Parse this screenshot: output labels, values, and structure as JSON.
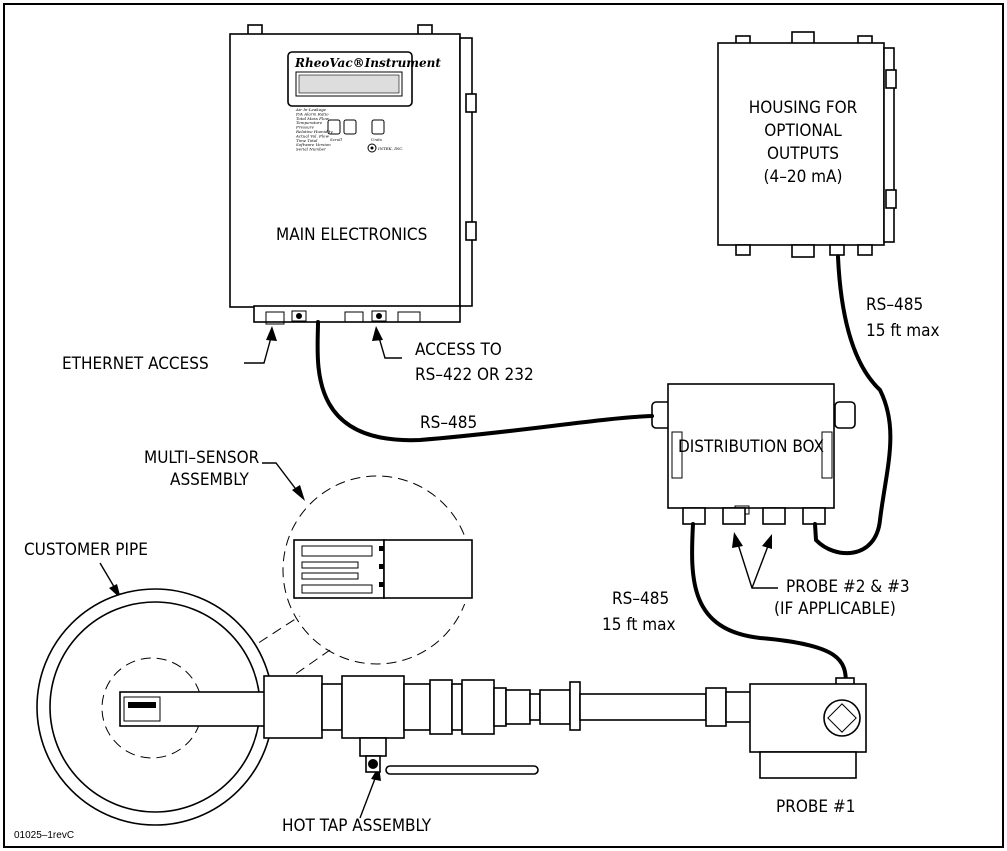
{
  "diagram": {
    "components": {
      "main_electronics": "MAIN ELECTRONICS",
      "display_brand": "RheoVac®Instrument",
      "panel_list": [
        "Air In-Leakage",
        "P/A Alarm Ratio",
        "Total Mass Flow",
        "Temperature",
        "Pressure",
        "Relative Humidity",
        "Actual Vol. Flow",
        "Time Total",
        "Software Version",
        "Serial Number"
      ],
      "button_scroll": "Scroll",
      "button_units": "Units",
      "maker": "INTEK, INC.",
      "housing_line1": "HOUSING FOR",
      "housing_line2": "OPTIONAL",
      "housing_line3": "OUTPUTS",
      "housing_line4": "(4–20 mA)",
      "distribution_box": "DISTRIBUTION BOX",
      "probe_1": "PROBE #1"
    },
    "callouts": {
      "ethernet_access": "ETHERNET ACCESS",
      "access_to_line1": "ACCESS TO",
      "access_to_line2": "RS–422 OR 232",
      "multi_sensor_line1": "MULTI–SENSOR",
      "multi_sensor_line2": "ASSEMBLY",
      "customer_pipe": "CUSTOMER PIPE",
      "hot_tap": "HOT TAP ASSEMBLY",
      "probe_23_line1": "PROBE #2 & #3",
      "probe_23_line2": "(IF APPLICABLE)"
    },
    "cables": {
      "main_to_dist": "RS–485",
      "housing_to_dist_line1": "RS–485",
      "housing_to_dist_line2": "15 ft max",
      "dist_to_probe_line1": "RS–485",
      "dist_to_probe_line2": "15 ft max"
    },
    "drawing_number": "01025–1revC"
  }
}
